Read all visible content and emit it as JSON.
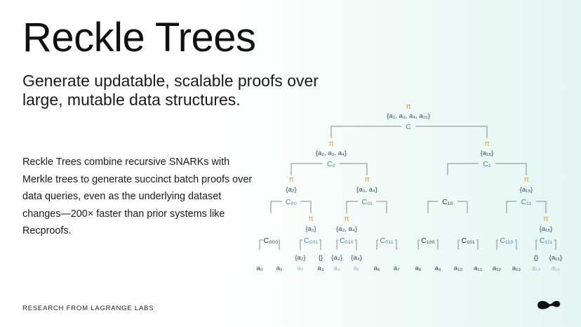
{
  "header": {
    "title": "Reckle Trees",
    "subtitle": "Generate updatable, scalable proofs over large, mutable data structures."
  },
  "body": {
    "text": "Reckle Trees combine recursive SNARKs with Merkle trees to generate succinct batch proofs over data queries, even as the underlying dataset changes—200× faster than prior systems like Recproofs."
  },
  "footer": {
    "label": "RESEARCH FROM LAGRANGE LABS"
  },
  "logo": {
    "icon": "lagrange-logo-icon",
    "color": "#111111"
  },
  "colors": {
    "pi": "#e3a53a",
    "commitment": "#3b7fb0",
    "commitment_dark": "#1f2f40",
    "set": "#2c4a66",
    "leaf": "#2c3e50",
    "leaf_light": "#8fb6cf"
  },
  "diagram": {
    "root": {
      "pi": "π",
      "set": "{a₂, a₃, a₄, a₁₅}",
      "c": "C"
    },
    "level1": [
      {
        "pi": "π",
        "set": "{a₂, a₃, a₄}",
        "c": "C₀"
      },
      {
        "pi": "π",
        "set": "{a₁₅}",
        "c": "C₁"
      }
    ],
    "level2": [
      {
        "pi": "π",
        "set": "{a₂}",
        "c": "C₀₀"
      },
      {
        "pi": "π",
        "set": "{a₃, a₄}",
        "c": "C₀₁"
      },
      {
        "pi": "",
        "set": "",
        "c": "C₁₀"
      },
      {
        "pi": "π",
        "set": "{a₁₅}",
        "c": "C₁₁"
      }
    ],
    "level3_proofs": [
      {
        "pi": "π",
        "set": "{a₂}"
      },
      {
        "pi": "π",
        "set": "{a₃, a₄}"
      },
      {
        "pi": "π",
        "set": "{a₁₅}"
      }
    ],
    "level3": [
      "C₀₀₀",
      "C₀₀₁",
      "C₀₁₀",
      "C₀₁₁",
      "C₁₀₀",
      "C₁₀₁",
      "C₁₁₀",
      "C₁₁₁"
    ],
    "level4_sets": [
      "{a₂}",
      "{}",
      "{a₃}",
      "{a₄}",
      "{}",
      "{a₁₅}"
    ],
    "leaves": [
      "a₀",
      "a₁",
      "a₂",
      "a₃",
      "a₄",
      "a₅",
      "a₆",
      "a₇",
      "a₈",
      "a₉",
      "a₁₀",
      "a₁₁",
      "a₁₂",
      "a₁₃",
      "a₁₄",
      "a₁₅"
    ]
  }
}
